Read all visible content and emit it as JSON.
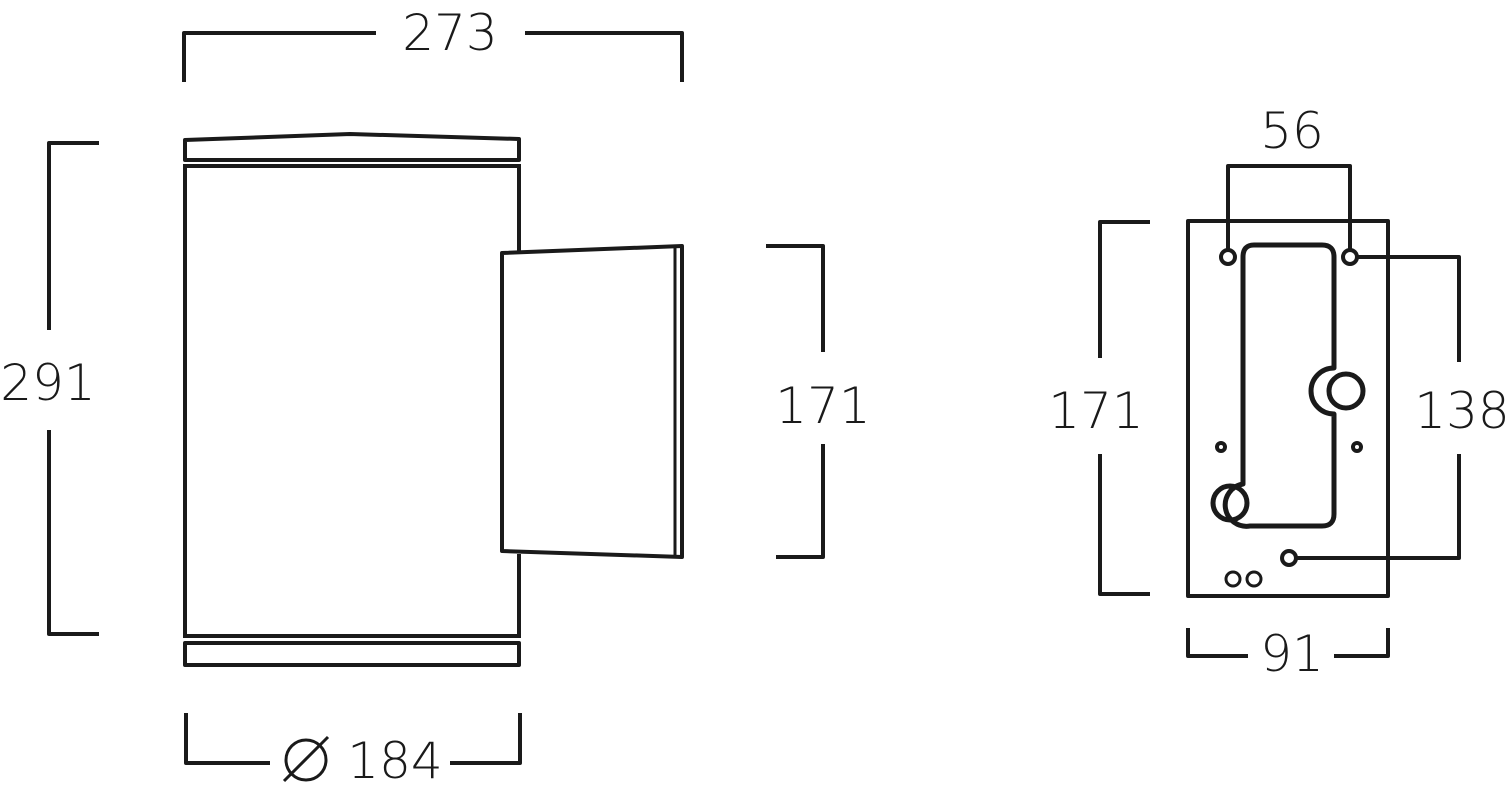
{
  "drawing": {
    "front_view": {
      "width_label": "273",
      "height_label": "291",
      "diameter_label": "184",
      "head_height_label": "171"
    },
    "mount_plate": {
      "hole_spacing_label": "56",
      "height_label": "171",
      "hole_vertical_label": "138",
      "width_label": "91"
    }
  }
}
